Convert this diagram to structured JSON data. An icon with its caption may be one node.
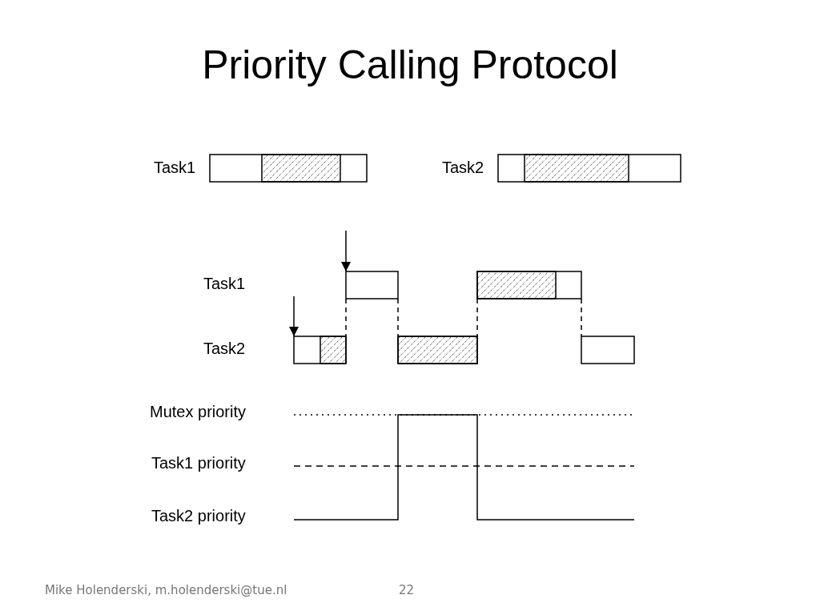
{
  "diagram": {
    "title": "Priority Calling Protocol",
    "nodes": [
      {
        "text": [],
        "shape": "bar"
      },
      {
        "text": [],
        "shape": "bar"
      },
      {
        "text": [],
        "shape": "bar"
      },
      {
        "text": [],
        "shape": "bar"
      },
      {
        "text": [],
        "shape": "bar"
      },
      {
        "text": [],
        "shape": "bar"
      },
      {
        "text": [],
        "shape": "bar"
      }
    ],
    "edges": [
      {
        "from": null,
        "to": 2,
        "arrow": "to"
      },
      {
        "from": null,
        "to": 4,
        "arrow": "to"
      },
      {
        "from": 2,
        "to": 4,
        "arrow": "none",
        "style": "dashed"
      },
      {
        "from": 2,
        "to": 5,
        "arrow": "none",
        "style": "dashed"
      },
      {
        "from": 3,
        "to": 5,
        "arrow": "none",
        "style": "dashed"
      },
      {
        "from": 3,
        "to": 6,
        "arrow": "none",
        "style": "dashed"
      }
    ],
    "labels": [
      "Task1",
      "Task2",
      "Task1",
      "Task2",
      "Mutex priority",
      "Task1 priority",
      "Task2 priority",
      "Mike Holenderski, m.holenderski@tue.nl",
      "22"
    ]
  }
}
